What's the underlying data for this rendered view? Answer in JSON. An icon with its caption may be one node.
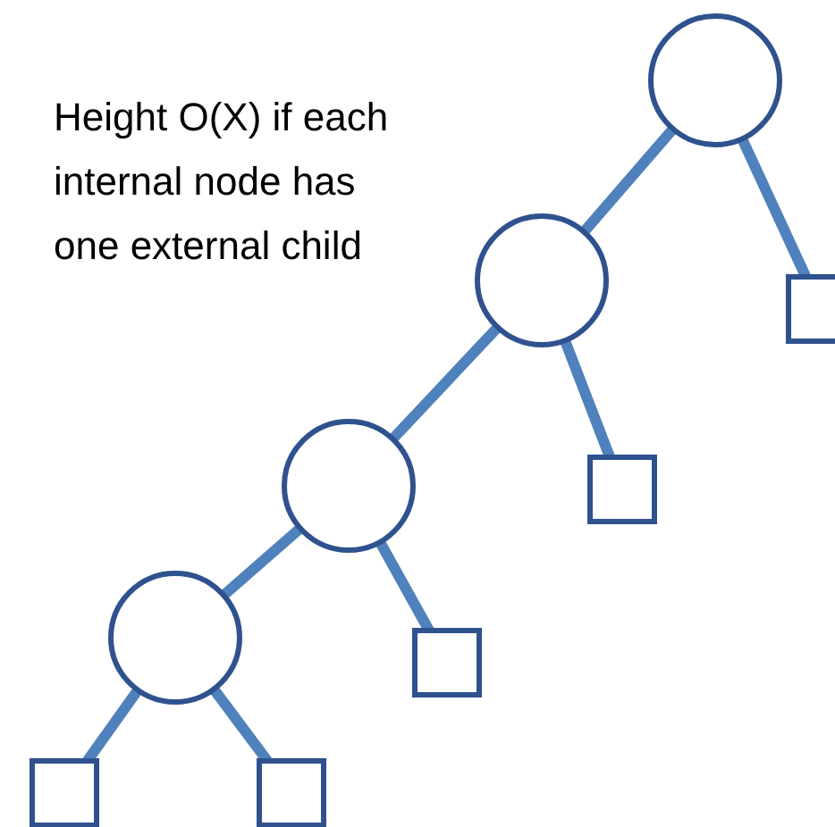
{
  "diagram": {
    "nodes": [
      {
        "text": [],
        "shape": "circle"
      },
      {
        "text": [],
        "shape": "box"
      },
      {
        "text": [],
        "shape": "circle"
      },
      {
        "text": [],
        "shape": "box"
      },
      {
        "text": [],
        "shape": "circle"
      },
      {
        "text": [],
        "shape": "box"
      },
      {
        "text": [],
        "shape": "circle"
      },
      {
        "text": [],
        "shape": "box"
      },
      {
        "text": [],
        "shape": "box"
      }
    ],
    "edges": [
      {
        "from": 0,
        "to": 2,
        "arrow": "none"
      },
      {
        "from": 0,
        "to": 1,
        "arrow": "none"
      },
      {
        "from": 2,
        "to": 4,
        "arrow": "none"
      },
      {
        "from": 2,
        "to": 3,
        "arrow": "none"
      },
      {
        "from": 4,
        "to": 6,
        "arrow": "none"
      },
      {
        "from": 4,
        "to": 5,
        "arrow": "none"
      },
      {
        "from": 6,
        "to": 7,
        "arrow": "none"
      },
      {
        "from": 6,
        "to": 8,
        "arrow": "none"
      }
    ],
    "labels": [
      "Height O(X) if each internal node has one external child"
    ]
  }
}
